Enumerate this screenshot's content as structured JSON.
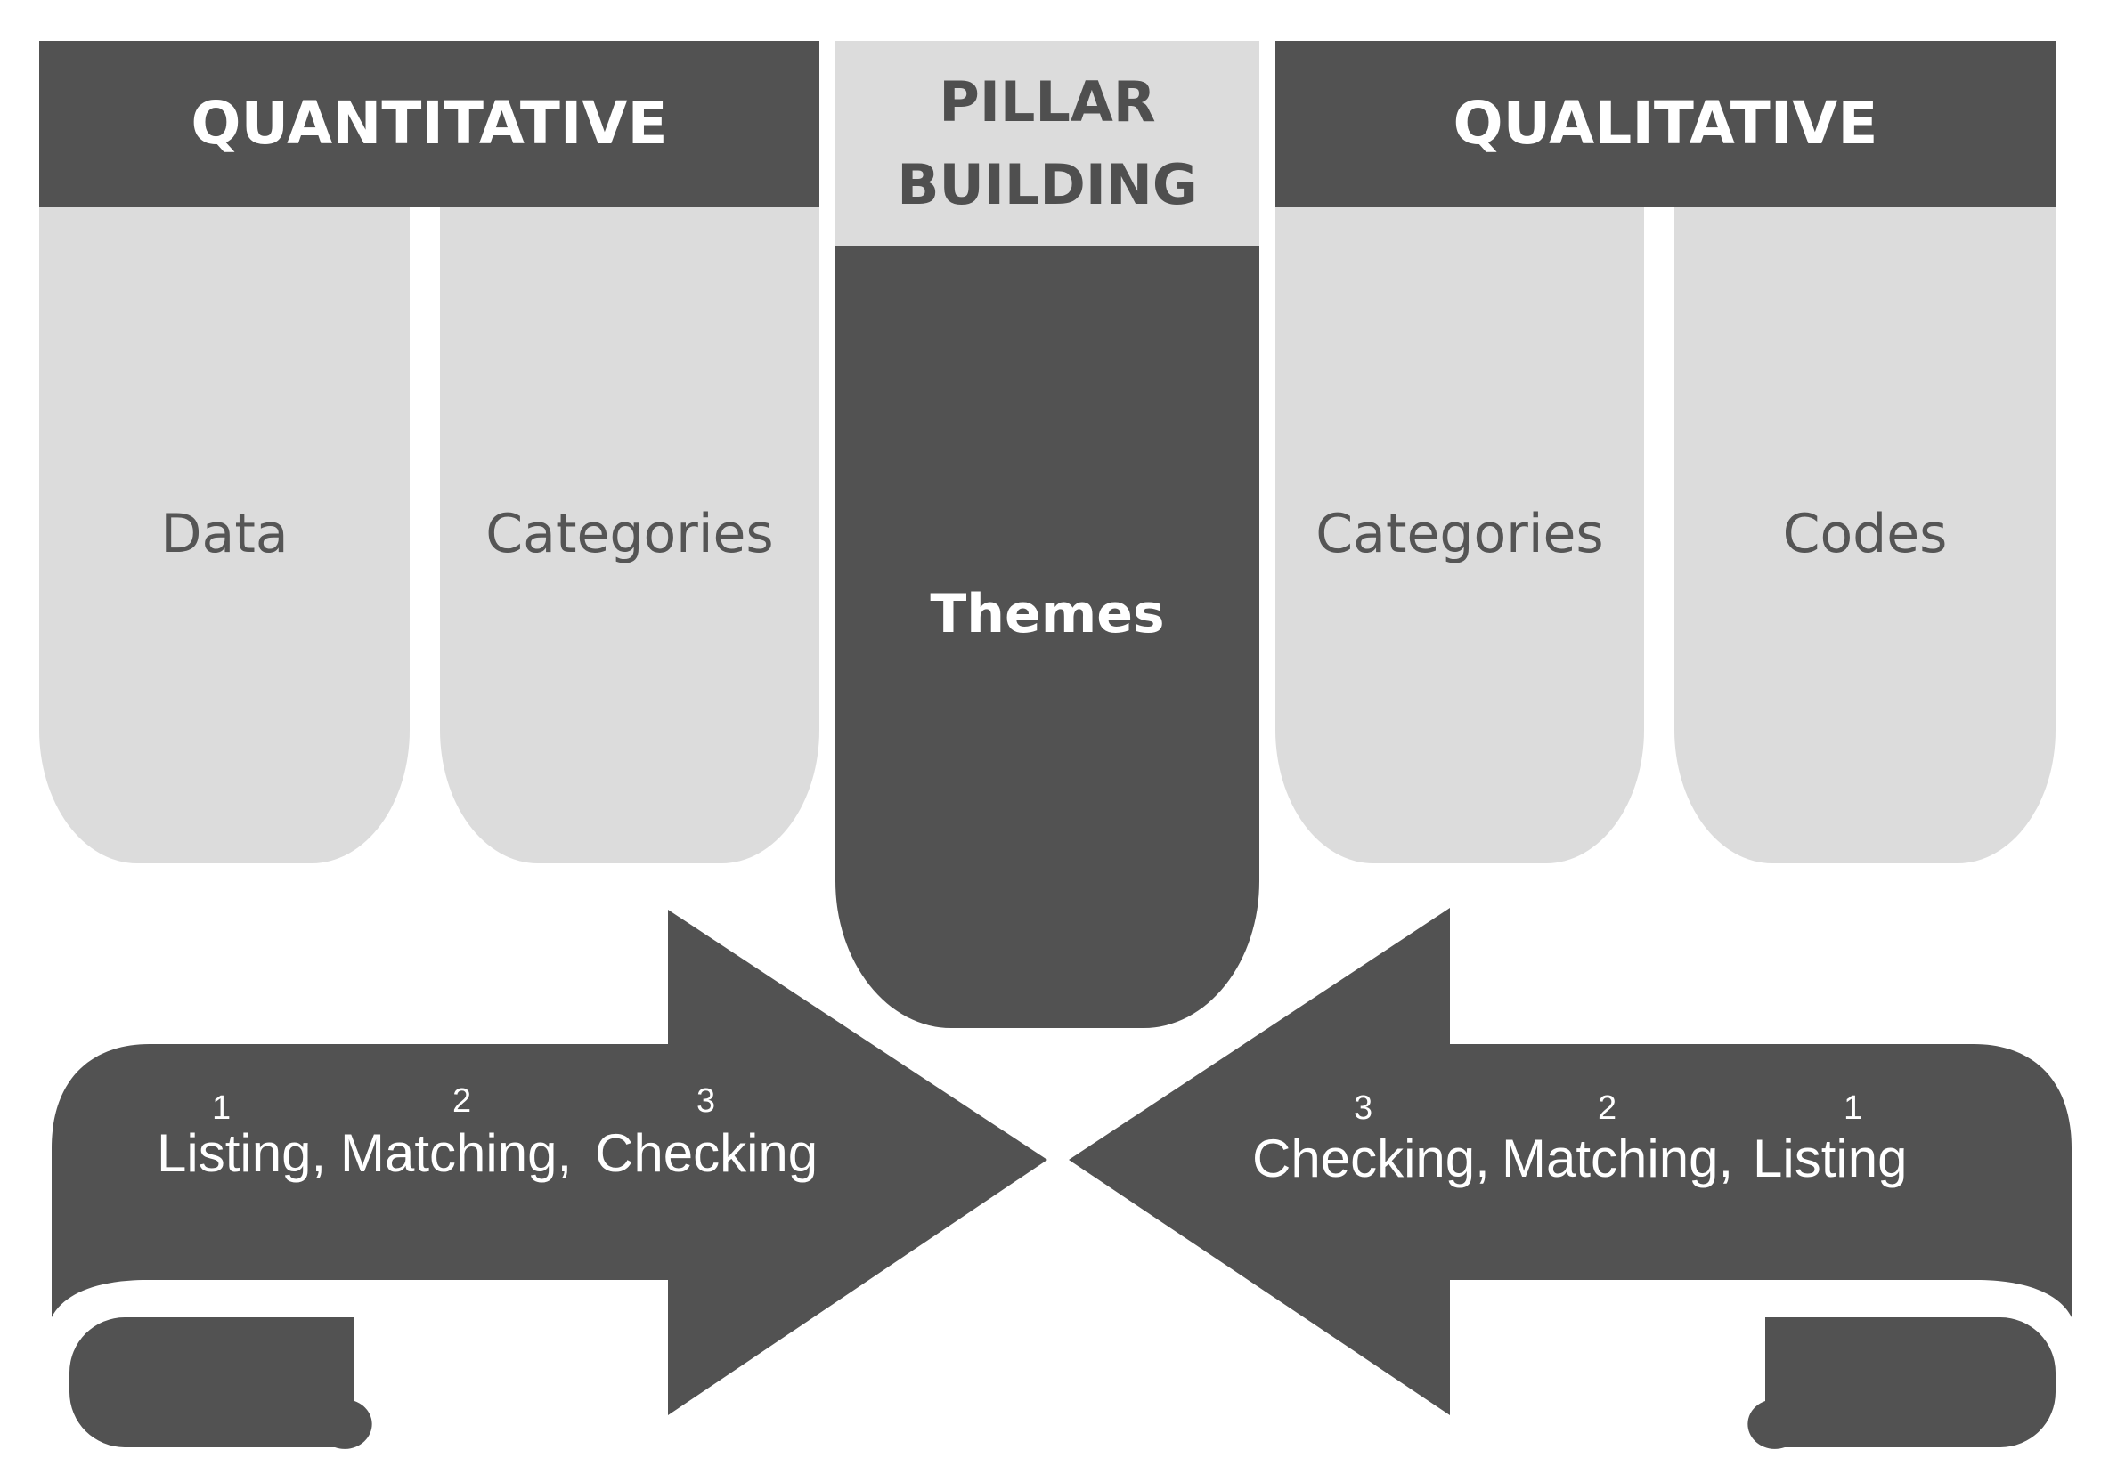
{
  "colors": {
    "dark": "#525252",
    "light": "#dcdcdc",
    "text_on_light": "#555555",
    "background": "#ffffff"
  },
  "quantitative": {
    "header": "QUANTITATIVE",
    "columns": [
      "Data",
      "Categories"
    ],
    "steps": [
      {
        "number": "1",
        "label": "Listing,"
      },
      {
        "number": "2",
        "label": "Matching,"
      },
      {
        "number": "3",
        "label": "Checking"
      }
    ]
  },
  "pillar": {
    "header_line1": "PILLAR",
    "header_line2": "BUILDING",
    "core": "Themes"
  },
  "qualitative": {
    "header": "QUALITATIVE",
    "columns": [
      "Categories",
      "Codes"
    ],
    "steps": [
      {
        "number": "3",
        "label": "Checking,"
      },
      {
        "number": "2",
        "label": "Matching,"
      },
      {
        "number": "1",
        "label": "Listing"
      }
    ]
  }
}
